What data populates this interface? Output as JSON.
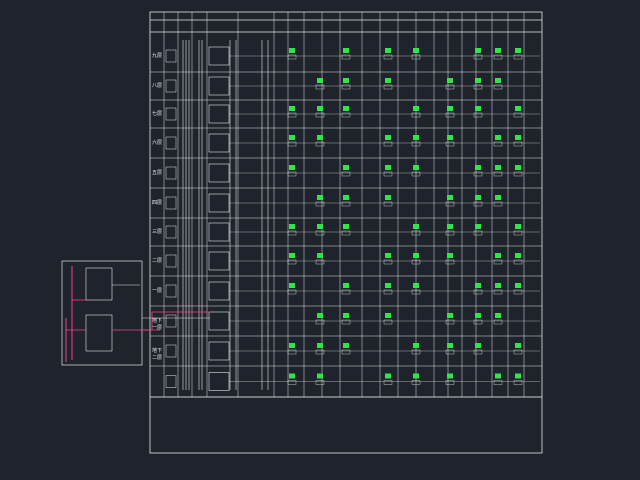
{
  "drawing": {
    "caption": "",
    "notes_col1": [],
    "notes_col2": [],
    "floor_labels": [
      "九层",
      "八层",
      "七层",
      "六层",
      "五层",
      "四层",
      "三层",
      "二层",
      "一层",
      "地下一层",
      "地下二层"
    ],
    "header_cells": []
  },
  "colors": {
    "background": "#1f232b",
    "lines": "#e6e6e6",
    "devices": "#2ee64a",
    "highlight": "#ff3d8a"
  }
}
